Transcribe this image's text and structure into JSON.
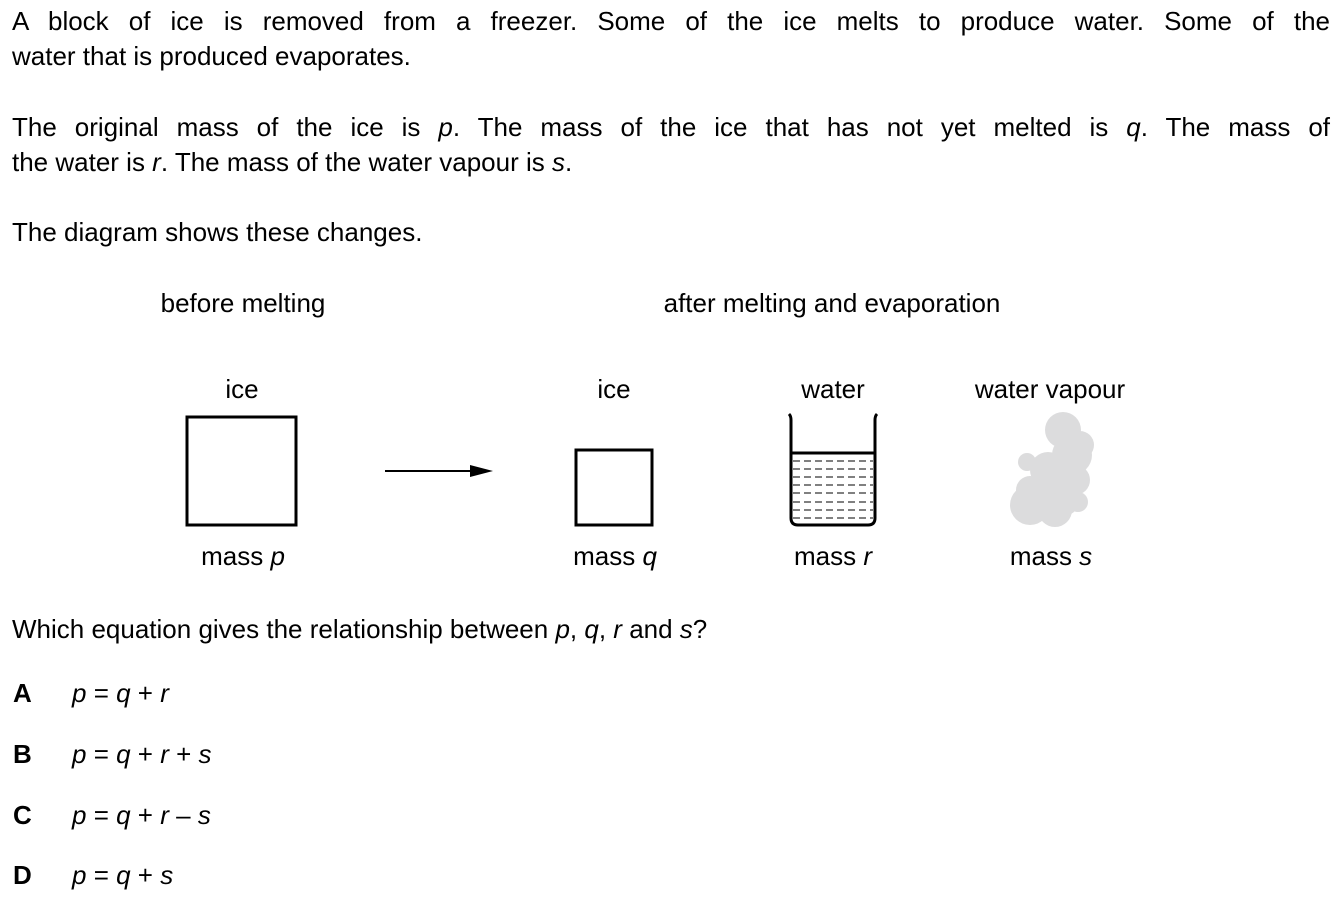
{
  "intro": {
    "line1": "A block of ice is removed from a freezer. Some of the ice melts to produce water. Some of the",
    "line2": "water that is produced evaporates."
  },
  "masses": {
    "l1a": "The original mass of the ice is ",
    "l1p": "p",
    "l1b": ". The mass of the ice that has not yet melted is ",
    "l1q": "q",
    "l1c": ". The mass of",
    "l2a": "the water is ",
    "l2r": "r",
    "l2b": ". The mass of the water vapour is ",
    "l2s": "s",
    "l2c": "."
  },
  "diagram_intro": "The diagram shows these changes.",
  "diagram": {
    "before_heading": "before melting",
    "after_heading": "after melting and evaporation",
    "ice_before": "ice",
    "mass_p": "mass ",
    "p": "p",
    "ice_after": "ice",
    "mass_q": "mass ",
    "q": "q",
    "water": "water",
    "mass_r": "mass ",
    "r": "r",
    "vapour": "water vapour",
    "mass_s": "mass ",
    "s": "s",
    "cloud_color": "#dcdcdd"
  },
  "question": {
    "a": "Which equation gives the relationship between ",
    "p": "p",
    "c1": ", ",
    "q": "q",
    "c2": ", ",
    "r": "r",
    "and": " and ",
    "s": "s",
    "end": "?"
  },
  "options": [
    {
      "letter": "A",
      "p": "p",
      "eq": " = ",
      "q": "q",
      "o1": " + ",
      "v2": "r",
      "o2": "",
      "v3": ""
    },
    {
      "letter": "B",
      "p": "p",
      "eq": " = ",
      "q": "q",
      "o1": " + ",
      "v2": "r",
      "o2": " + ",
      "v3": "s"
    },
    {
      "letter": "C",
      "p": "p",
      "eq": " = ",
      "q": "q",
      "o1": " + ",
      "v2": "r",
      "o2": " – ",
      "v3": "s"
    },
    {
      "letter": "D",
      "p": "p",
      "eq": " = ",
      "q": "q",
      "o1": " + ",
      "v2": "s",
      "o2": "",
      "v3": ""
    }
  ]
}
